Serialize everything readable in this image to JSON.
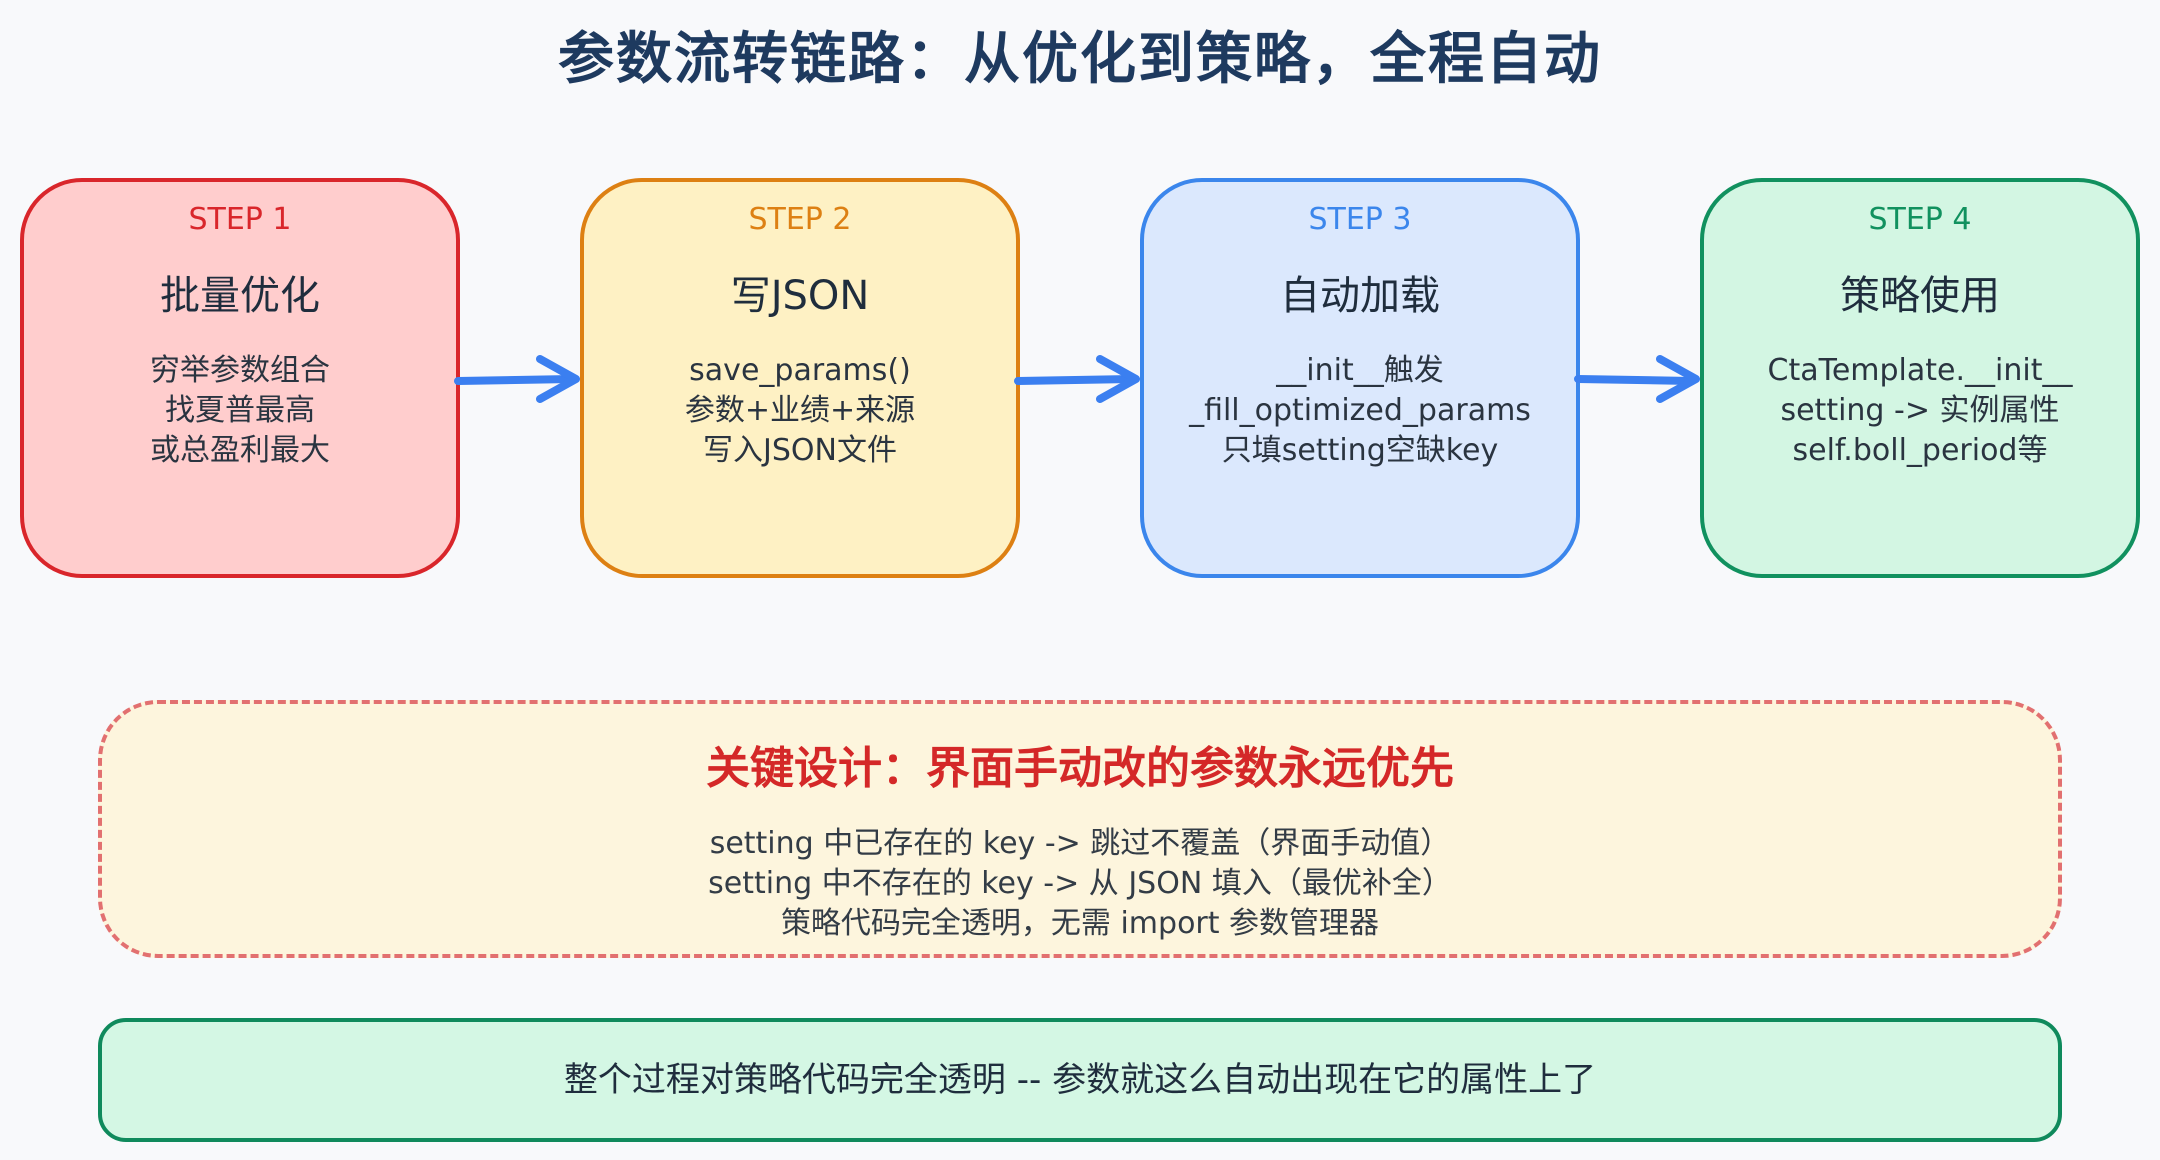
{
  "title": "参数流转链路：从优化到策略，全程自动",
  "steps": [
    {
      "num": "STEP 1",
      "name": "批量优化",
      "lines": [
        "穷举参数组合",
        "找夏普最高",
        "或总盈利最大"
      ],
      "border": "#d9262b",
      "fill": "#ffcdcd",
      "num_color": "#d9262b"
    },
    {
      "num": "STEP 2",
      "name": "写JSON",
      "lines": [
        "save_params()",
        "参数+业绩+来源",
        "写入JSON文件"
      ],
      "border": "#dd8013",
      "fill": "#fef1c4",
      "num_color": "#dd8013"
    },
    {
      "num": "STEP 3",
      "name": "自动加载",
      "lines": [
        "__init__触发",
        "_fill_optimized_params",
        "只填setting空缺key"
      ],
      "border": "#3b86ec",
      "fill": "#dbe8fd",
      "num_color": "#3b86ec"
    },
    {
      "num": "STEP 4",
      "name": "策略使用",
      "lines": [
        "CtaTemplate.__init__",
        "setting -> 实例属性",
        "self.boll_period等"
      ],
      "border": "#11915f",
      "fill": "#d3f6e3",
      "num_color": "#11915f"
    }
  ],
  "arrow_color": "#3b7ff0",
  "key_design": {
    "title": "关键设计：界面手动改的参数永远优先",
    "lines": [
      "setting 中已存在的 key -> 跳过不覆盖（界面手动值）",
      "setting 中不存在的 key -> 从 JSON 填入（最优补全）",
      "策略代码完全透明，无需 import 参数管理器"
    ]
  },
  "summary": "整个过程对策略代码完全透明 -- 参数就这么自动出现在它的属性上了"
}
